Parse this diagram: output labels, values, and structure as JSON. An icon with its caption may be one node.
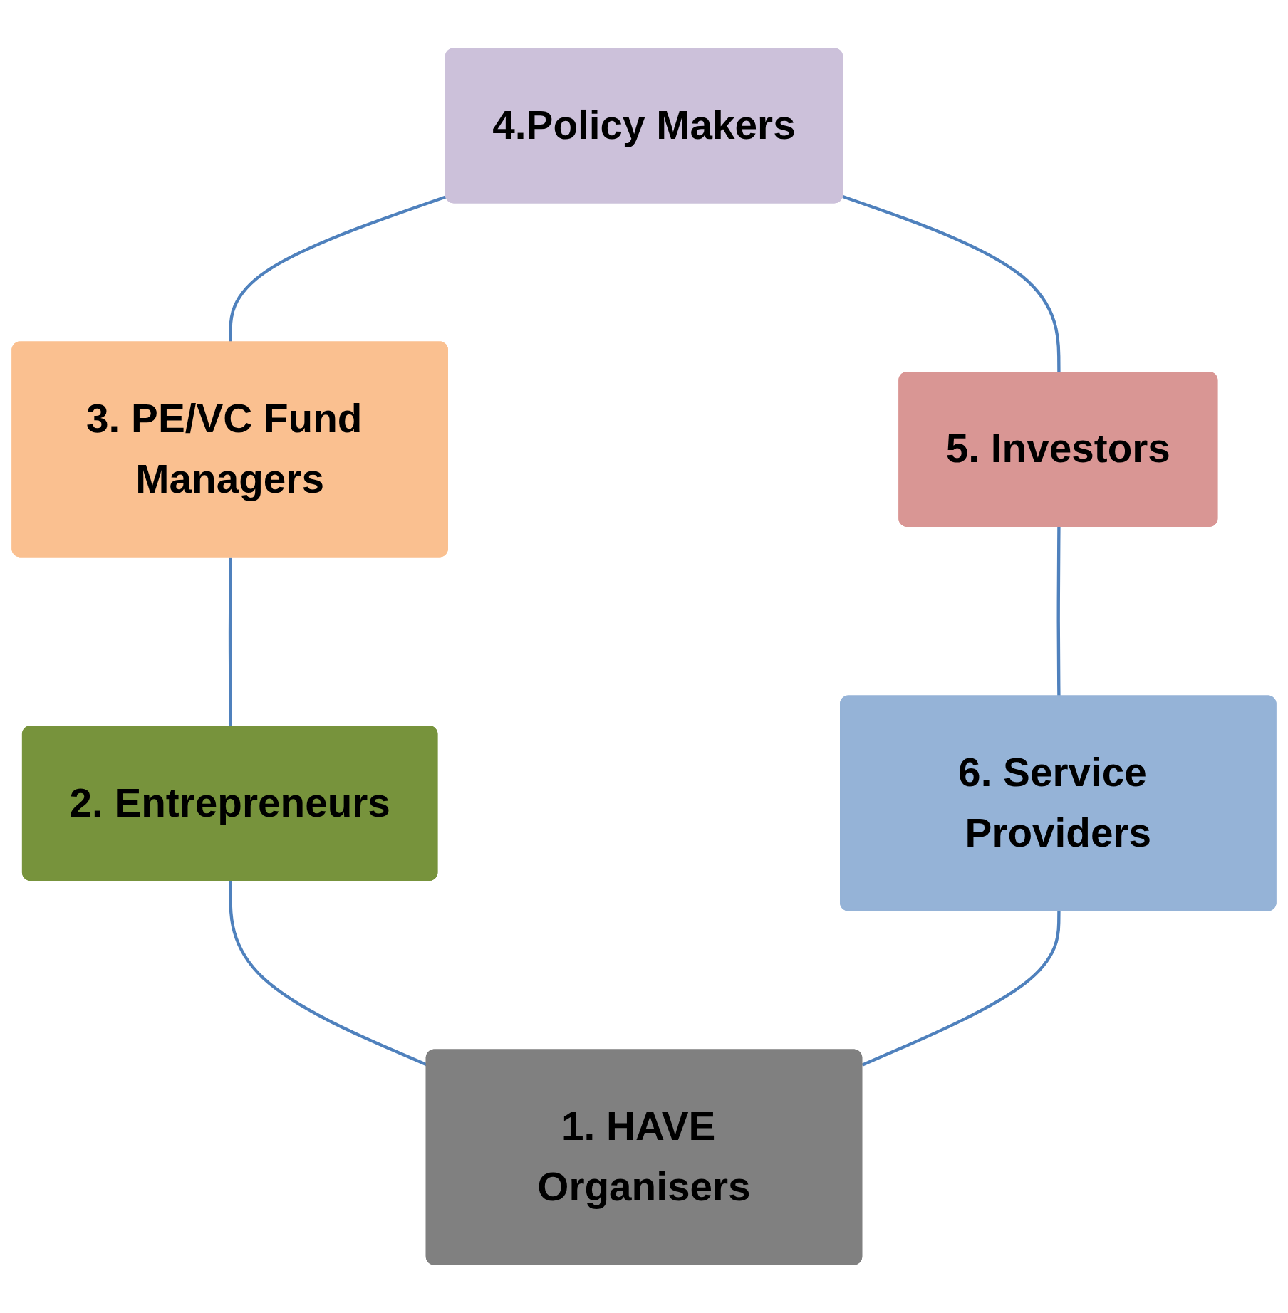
{
  "diagram": {
    "nodes": [
      {
        "text": [
          "1. HAVE Organisers"
        ]
      },
      {
        "text": [
          "2. Entrepreneurs"
        ]
      },
      {
        "text": [
          "3. PE/VC Fund Managers"
        ]
      },
      {
        "text": [
          "4.Policy Makers"
        ]
      },
      {
        "text": [
          "5. Investors"
        ]
      },
      {
        "text": [
          "6. Service Providers"
        ]
      }
    ],
    "edges": [
      {
        "from": 3,
        "to": 2,
        "arrow": "none"
      },
      {
        "from": 2,
        "to": 1,
        "arrow": "none"
      },
      {
        "from": 1,
        "to": 0,
        "arrow": "none"
      },
      {
        "from": 3,
        "to": 4,
        "arrow": "none"
      },
      {
        "from": 4,
        "to": 5,
        "arrow": "none"
      },
      {
        "from": 5,
        "to": 0,
        "arrow": "none"
      }
    ]
  }
}
